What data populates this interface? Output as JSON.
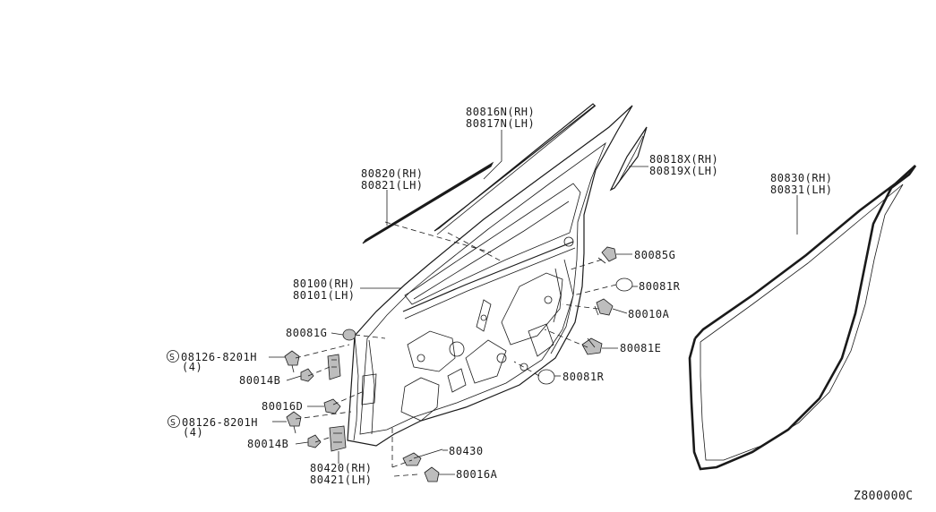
{
  "diagram": {
    "code": "Z800000C",
    "labels": {
      "p80816": [
        "80816N(RH)",
        "80817N(LH)"
      ],
      "p80818": [
        "80818X(RH)",
        "80819X(LH)"
      ],
      "p80820": [
        "80820(RH)",
        "80821(LH)"
      ],
      "p80830": [
        "80830(RH)",
        "80831(LH)"
      ],
      "p80100": [
        "80100(RH)",
        "80101(LH)"
      ],
      "p80085g": "80085G",
      "p80081r_a": "80081R",
      "p80010a": "80010A",
      "p80081e": "80081E",
      "p80081r_b": "80081R",
      "p80081g": "80081G",
      "bolt_a": [
        "08126-8201H",
        "(4)"
      ],
      "p80014b_a": "80014B",
      "p80016d": "80016D",
      "bolt_b": [
        "08126-8201H",
        "(4)"
      ],
      "p80014b_b": "80014B",
      "p80420": [
        "80420(RH)",
        "80421(LH)"
      ],
      "p80430": "80430",
      "p80016a": "80016A"
    },
    "bolt_symbol": "S"
  }
}
